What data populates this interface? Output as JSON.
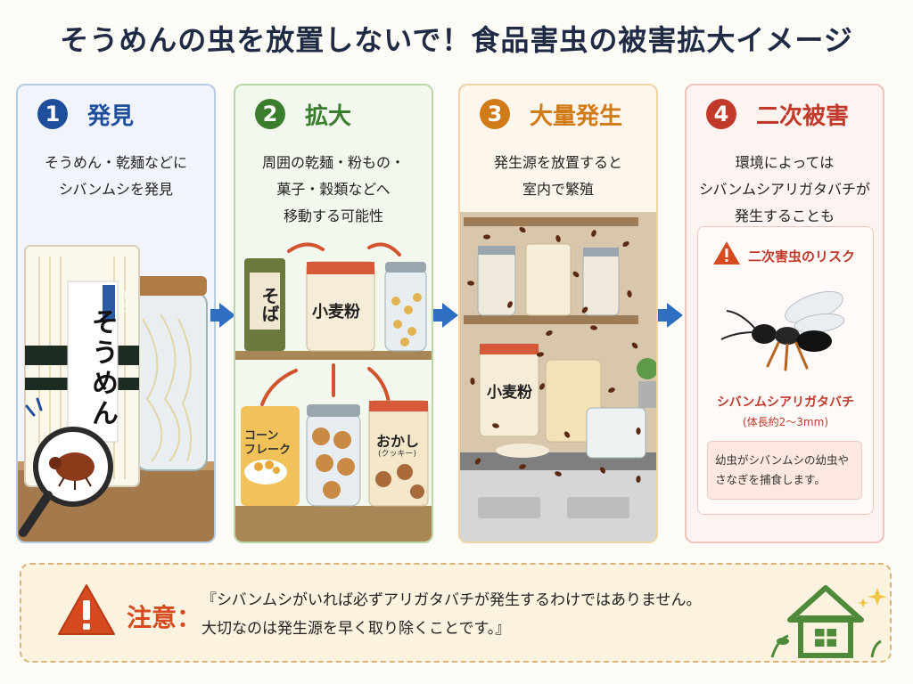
{
  "title": "そうめんの虫を放置しないで！食品害虫の被害拡大イメージ",
  "panels": [
    {
      "number": "1",
      "heading": "発見",
      "text": "そうめん・乾麺などに\nシバンムシを発見",
      "accent": "#1f4e9c",
      "border": "#b8cbe6",
      "bg": "#f1f5fb",
      "labels": {
        "pack_side": "手延べ",
        "pack_main": "そうめん"
      }
    },
    {
      "number": "2",
      "heading": "拡大",
      "text": "周囲の乾麺・粉もの・\n菓子・穀類などへ\n移動する可能性",
      "accent": "#3a7d2c",
      "border": "#bcd8a8",
      "bg": "#f3f8ee",
      "labels": {
        "soba": "そば",
        "flour": "小麦粉",
        "cornflake": "コーン\nフレーク",
        "okashi": "おかし",
        "cookie": "(クッキー)"
      }
    },
    {
      "number": "3",
      "heading": "大量発生",
      "text": "発生源を放置すると\n室内で繁殖",
      "accent": "#d07a18",
      "border": "#f0d2a6",
      "bg": "#fdf6ec",
      "labels": {
        "flour": "小麦粉"
      }
    },
    {
      "number": "4",
      "heading": "二次被害",
      "text": "環境によっては\nシバンムシアリガタバチが\n発生することも",
      "accent": "#c0392b",
      "border": "#efc4bb",
      "bg": "#fdf3f0"
    }
  ],
  "risk": {
    "title": "二次害虫のリスク",
    "insect_name": "シバンムシアリガタバチ",
    "insect_size": "(体長約2〜3mm)",
    "note": "幼虫がシバンムシの幼虫や\nさなぎを捕食します。"
  },
  "notice": {
    "label": "注意：",
    "text": "『シバンムシがいれば必ずアリガタバチが発生するわけではありません。\n 大切なのは発生源を早く取り除くことです。』"
  },
  "colors": {
    "arrow": "#2f6fc2",
    "warning": "#d64a1f"
  }
}
